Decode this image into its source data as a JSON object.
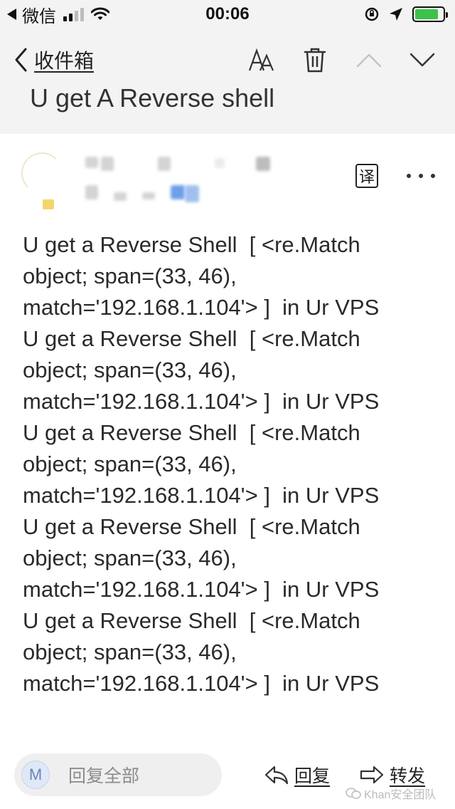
{
  "status_bar": {
    "carrier": "微信",
    "time": "00:06",
    "battery_level": 0.85,
    "battery_color": "#3cc24a"
  },
  "nav": {
    "back_label": "收件箱",
    "icons": [
      "font-size-icon",
      "trash-icon",
      "chevron-up-icon",
      "chevron-down-icon"
    ]
  },
  "email": {
    "subject": "U get A Reverse shell",
    "translate_label": "译",
    "body_lines": [
      "U get a Reverse Shell  [ <re.Match",
      "object; span=(33, 46),",
      "match='192.168.1.104'> ]  in Ur VPS",
      "U get a Reverse Shell  [ <re.Match",
      "object; span=(33, 46),",
      "match='192.168.1.104'> ]  in Ur VPS",
      "U get a Reverse Shell  [ <re.Match",
      "object; span=(33, 46),",
      "match='192.168.1.104'> ]  in Ur VPS",
      "U get a Reverse Shell  [ <re.Match",
      "object; span=(33, 46),",
      "match='192.168.1.104'> ]  in Ur VPS",
      "U get a Reverse Shell  [ <re.Match",
      "object; span=(33, 46),",
      "match='192.168.1.104'> ]  in Ur VPS"
    ]
  },
  "bottom_bar": {
    "reply_all_avatar": "M",
    "reply_all_label": "回复全部",
    "reply_label": "回复",
    "forward_label": "转发"
  },
  "watermark": "Khan安全团队"
}
